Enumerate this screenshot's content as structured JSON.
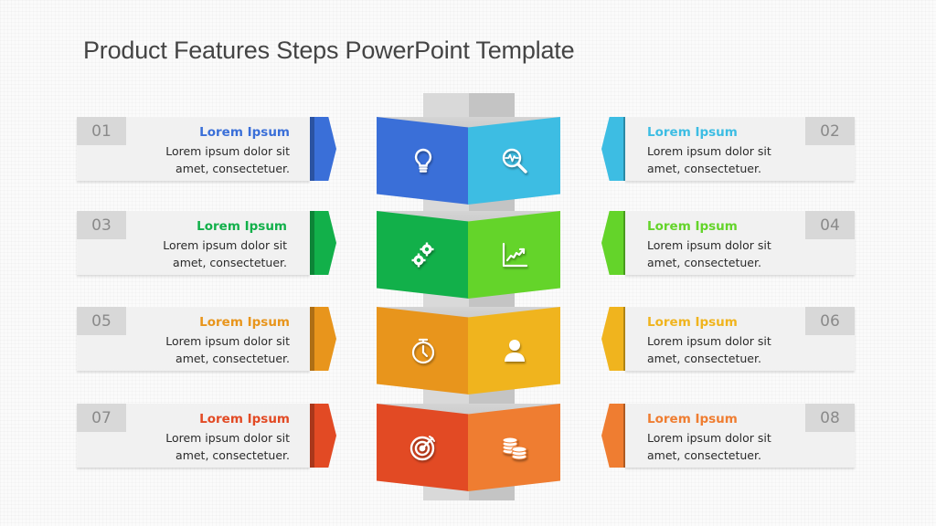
{
  "title": "Product Features Steps PowerPoint Template",
  "steps": [
    {
      "num": "01",
      "heading": "Lorem Ipsum",
      "line1": "Lorem ipsum dolor sit",
      "line2": "amet, consectetuer.",
      "color": "#3a6fd8",
      "icon": "lightbulb-icon"
    },
    {
      "num": "02",
      "heading": "Lorem Ipsum",
      "line1": "Lorem ipsum dolor sit",
      "line2": "amet, consectetuer.",
      "color": "#3dbde3",
      "icon": "magnifier-pulse-icon"
    },
    {
      "num": "03",
      "heading": "Lorem Ipsum",
      "line1": "Lorem ipsum dolor sit",
      "line2": "amet, consectetuer.",
      "color": "#12b04a",
      "icon": "gears-icon"
    },
    {
      "num": "04",
      "heading": "Lorem Ipsum",
      "line1": "Lorem ipsum dolor sit",
      "line2": "amet, consectetuer.",
      "color": "#64d42a",
      "icon": "line-chart-icon"
    },
    {
      "num": "05",
      "heading": "Lorem Ipsum",
      "line1": "Lorem ipsum dolor sit",
      "line2": "amet, consectetuer.",
      "color": "#e8951c",
      "icon": "stopwatch-icon"
    },
    {
      "num": "06",
      "heading": "Lorem Ipsum",
      "line1": "Lorem ipsum dolor sit",
      "line2": "amet, consectetuer.",
      "color": "#f0b41e",
      "icon": "user-icon"
    },
    {
      "num": "07",
      "heading": "Lorem Ipsum",
      "line1": "Lorem ipsum dolor sit",
      "line2": "amet, consectetuer.",
      "color": "#e24a24",
      "icon": "target-icon"
    },
    {
      "num": "08",
      "heading": "Lorem Ipsum",
      "line1": "Lorem ipsum dolor sit",
      "line2": "amet, consectetuer.",
      "color": "#ef7d31",
      "icon": "coins-icon"
    }
  ],
  "colors": {
    "background": "#fbfbfb",
    "card": "#f1f1f1",
    "number_box": "#d8d8d8",
    "number_text": "#8a8a8a",
    "pillar_light": "#d9d9d9",
    "pillar_dark": "#c4c4c4"
  }
}
